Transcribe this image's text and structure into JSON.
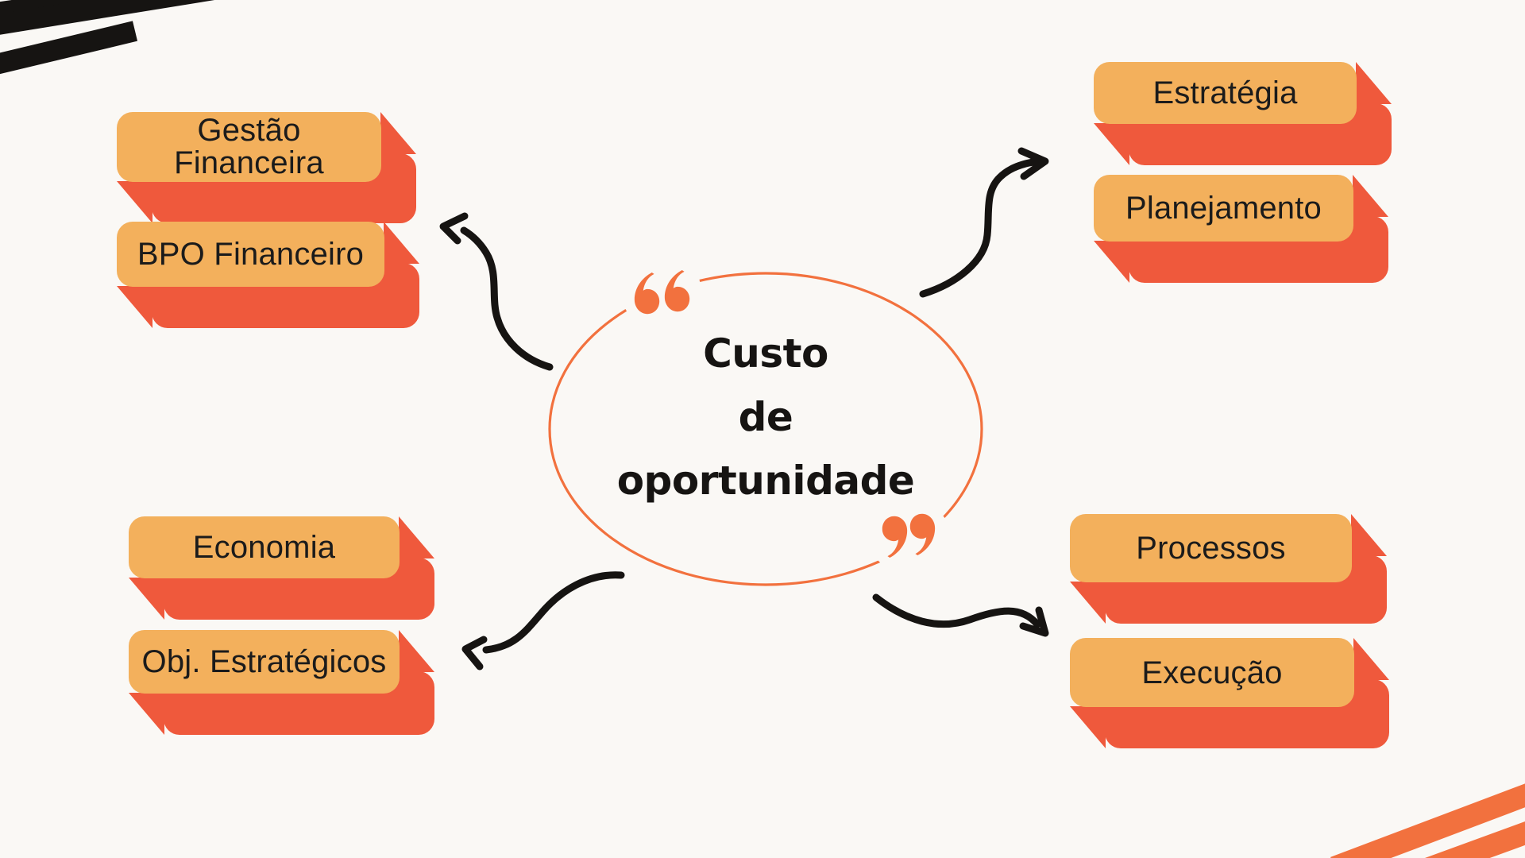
{
  "title": {
    "line1": "Custo",
    "line2": "de",
    "line3": "oportunidade"
  },
  "nodes": {
    "gestao_financeira": {
      "line1": "Gestão",
      "line2": "Financeira"
    },
    "bpo_financeiro": {
      "label": "BPO Financeiro"
    },
    "estrategia": {
      "label": "Estratégia"
    },
    "planejamento": {
      "label": "Planejamento"
    },
    "economia": {
      "label": "Economia"
    },
    "obj_estrategicos": {
      "label": "Obj. Estratégicos"
    },
    "processos": {
      "label": "Processos"
    },
    "execucao": {
      "label": "Execução"
    }
  },
  "quotes": {
    "open": "“",
    "close": "”"
  },
  "colors": {
    "background": "#FAF8F5",
    "node_face": "#F3B05C",
    "node_shadow": "#EF593C",
    "accent": "#F2713E",
    "ink": "#161412"
  }
}
